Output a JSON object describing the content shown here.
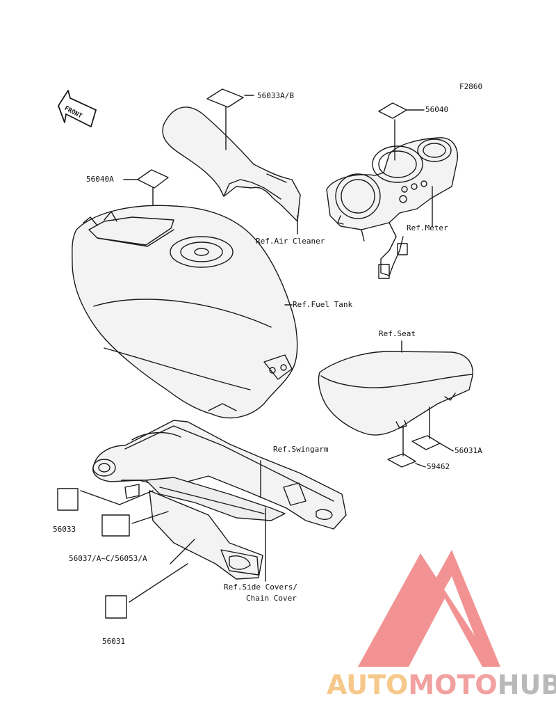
{
  "figure_id": "F2860",
  "callouts": {
    "air_cleaner_label": "56033A/B",
    "meter_label": "56040",
    "tank_label": "56040A",
    "ref_air_cleaner": "Ref.Air Cleaner",
    "ref_meter": "Ref.Meter",
    "ref_fuel_tank": "Ref.Fuel Tank",
    "ref_seat": "Ref.Seat",
    "seat_label_a": "56031A",
    "seat_label_b": "59462",
    "ref_swingarm": "Ref.Swingarm",
    "swingarm_label_a": "56033",
    "swingarm_label_b": "56037/A~C/56053/A",
    "ref_side_covers_1": "Ref.Side Covers/",
    "ref_side_covers_2": "Chain Cover",
    "swingarm_label_c": "56031"
  },
  "front_arrow_text": "FRONT",
  "watermark": {
    "part1": "AUTO",
    "part2": "MOTO",
    "part3": "HUB",
    "colors": {
      "light": "#f6c88a",
      "red": "#f08080",
      "gray": "#b9b9b9"
    }
  }
}
